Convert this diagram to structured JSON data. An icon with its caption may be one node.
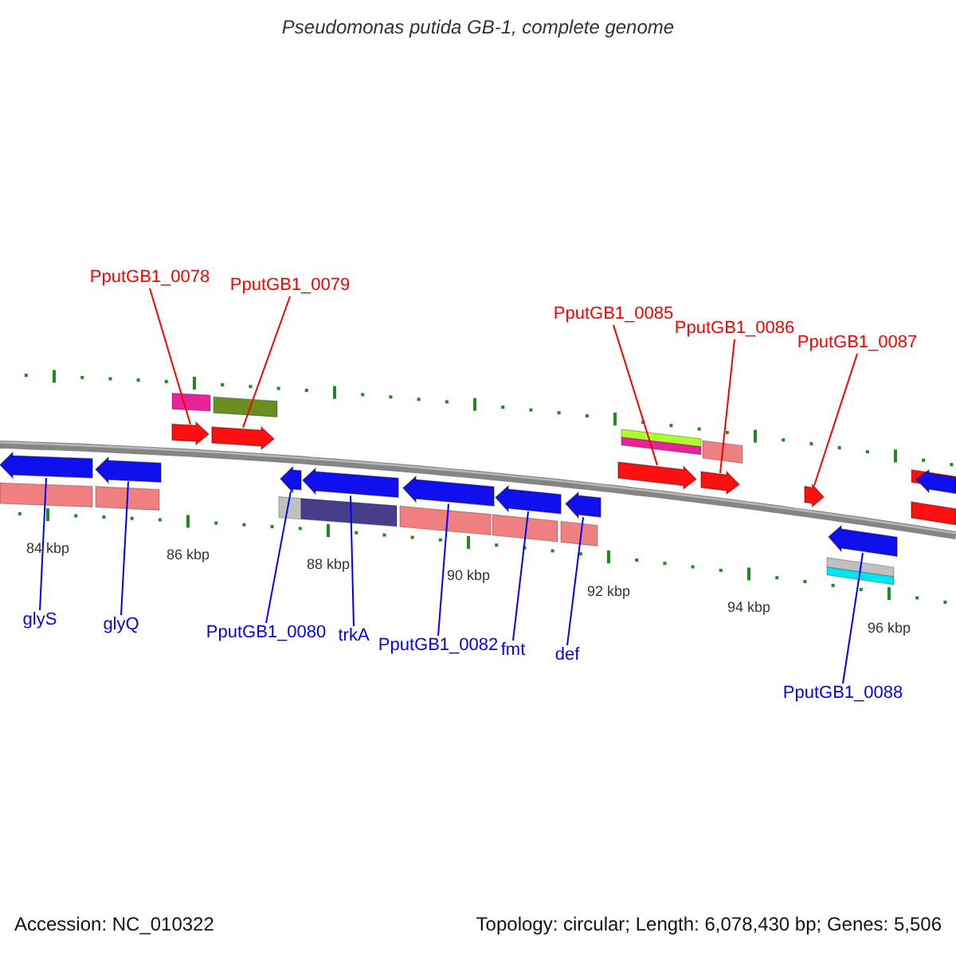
{
  "diagram": {
    "title": "Pseudomonas putida GB-1, complete genome",
    "nodes": [
      {
        "text": [
          "PputGB1_0078"
        ]
      },
      {
        "text": [
          "PputGB1_0079"
        ]
      },
      {
        "text": [
          "PputGB1_0085"
        ]
      },
      {
        "text": [
          "PputGB1_0086"
        ]
      },
      {
        "text": [
          "PputGB1_0087"
        ]
      },
      {
        "text": [
          "glyS"
        ]
      },
      {
        "text": [
          "glyQ"
        ]
      },
      {
        "text": [
          "PputGB1_0080"
        ]
      },
      {
        "text": [
          "trkA"
        ]
      },
      {
        "text": [
          "PputGB1_0082"
        ]
      },
      {
        "text": [
          "fmt"
        ]
      },
      {
        "text": [
          "def"
        ]
      },
      {
        "text": [
          "PputGB1_0088"
        ]
      },
      {
        "text": [],
        "shape": "bar"
      },
      {
        "text": [],
        "shape": "bar"
      },
      {
        "text": [],
        "shape": "bar"
      },
      {
        "text": [],
        "shape": "bar"
      },
      {
        "text": [],
        "shape": "bar"
      },
      {
        "text": [],
        "shape": "bar"
      },
      {
        "text": [],
        "shape": "bar"
      },
      {
        "text": [],
        "shape": "bar"
      },
      {
        "text": [],
        "shape": "bar"
      },
      {
        "text": [],
        "shape": "bar"
      },
      {
        "text": [],
        "shape": "bar"
      },
      {
        "text": [],
        "shape": "bar"
      },
      {
        "text": [],
        "shape": "bar"
      },
      {
        "text": [],
        "shape": "bar"
      },
      {
        "text": [],
        "shape": "bar"
      }
    ],
    "edges": [
      {
        "from": 0,
        "to": 13,
        "arrow": "none",
        "color": "#ff0000"
      },
      {
        "from": 1,
        "to": 14,
        "arrow": "none",
        "color": "#ff0000"
      },
      {
        "from": 2,
        "to": 15,
        "arrow": "none",
        "color": "#ff0000"
      },
      {
        "from": 3,
        "to": 16,
        "arrow": "none",
        "color": "#ff0000"
      },
      {
        "from": 4,
        "to": 17,
        "arrow": "none",
        "color": "#ff0000"
      },
      {
        "from": 5,
        "to": 19,
        "arrow": "none"
      },
      {
        "from": 6,
        "to": 20,
        "arrow": "none"
      },
      {
        "from": 7,
        "to": 21,
        "arrow": "none"
      },
      {
        "from": 8,
        "to": 22,
        "arrow": "none"
      },
      {
        "from": 9,
        "to": 23,
        "arrow": "none"
      },
      {
        "from": 10,
        "to": 24,
        "arrow": "none"
      },
      {
        "from": 11,
        "to": 25,
        "arrow": "none"
      },
      {
        "from": 12,
        "to": 26,
        "arrow": "none"
      }
    ],
    "labels": [
      "84 kbp",
      "86 kbp",
      "88 kbp",
      "90 kbp",
      "92 kbp",
      "94 kbp",
      "96 kbp",
      "Accession: NC_010322",
      "Topology: circular; Length: 6,078,430 bp; Genes: 5,506"
    ]
  }
}
